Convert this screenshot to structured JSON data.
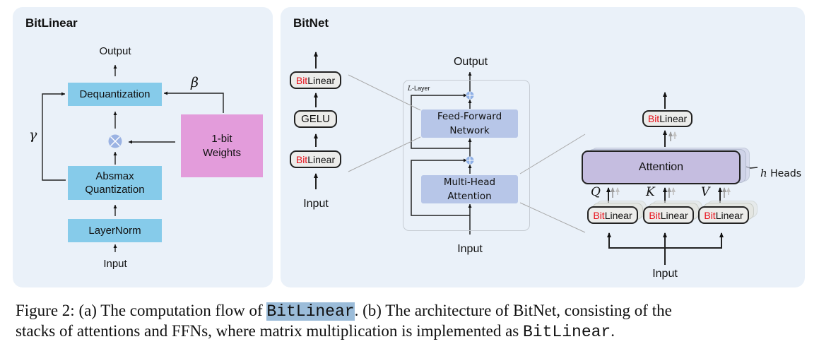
{
  "left_panel": {
    "title": "BitLinear",
    "output_label": "Output",
    "input_label": "Input",
    "boxes": {
      "dequantization": "Dequantization",
      "absmax_line1": "Absmax",
      "absmax_line2": "Quantization",
      "layernorm": "LayerNorm",
      "weights_line1": "1-bit",
      "weights_line2": "Weights"
    },
    "gamma": "γ",
    "beta": "β",
    "multiply_icon": "circled-times-icon"
  },
  "right_panel": {
    "title": "BitNet",
    "ffn_stack": {
      "top": {
        "red": "Bit",
        "black": "Linear"
      },
      "middle": "GELU",
      "bottom": {
        "red": "Bit",
        "black": "Linear"
      },
      "input_label": "Input"
    },
    "transformer": {
      "output_label": "Output",
      "input_label": "Input",
      "layer_label_var": "L",
      "layer_label_suffix": "-Layer",
      "ffn_line1": "Feed-Forward",
      "ffn_line2": "Network",
      "mha_line1": "Multi-Head",
      "mha_line2": "Attention",
      "add_icon": "circled-plus-icon"
    },
    "attention": {
      "output_block": {
        "red": "Bit",
        "black": "Linear"
      },
      "label": "Attention",
      "heads_var": "h",
      "heads_suffix": " Heads",
      "q": "Q",
      "k": "K",
      "v": "V",
      "proj_blocks": [
        {
          "red": "Bit",
          "black": "Linear"
        },
        {
          "red": "Bit",
          "black": "Linear"
        },
        {
          "red": "Bit",
          "black": "Linear"
        }
      ],
      "input_label": "Input"
    }
  },
  "caption": {
    "part1": "Figure 2: (a) The computation flow of ",
    "code1": "BitLinear",
    "part2": ". (b) The architecture of BitNet, consisting of the",
    "part3": "stacks of attentions and FFNs, where matrix multiplication is implemented as ",
    "code2": "BitLinear",
    "part4": "."
  },
  "colors": {
    "panel_bg": "#eaf1f9",
    "blue_box": "#86cbea",
    "pink_box": "#e39cdb",
    "lavender_box": "#b7c6e8",
    "attention_box": "#c5bde0",
    "bit_red": "#e8101a",
    "caption_highlight": "#9bbcd9"
  }
}
